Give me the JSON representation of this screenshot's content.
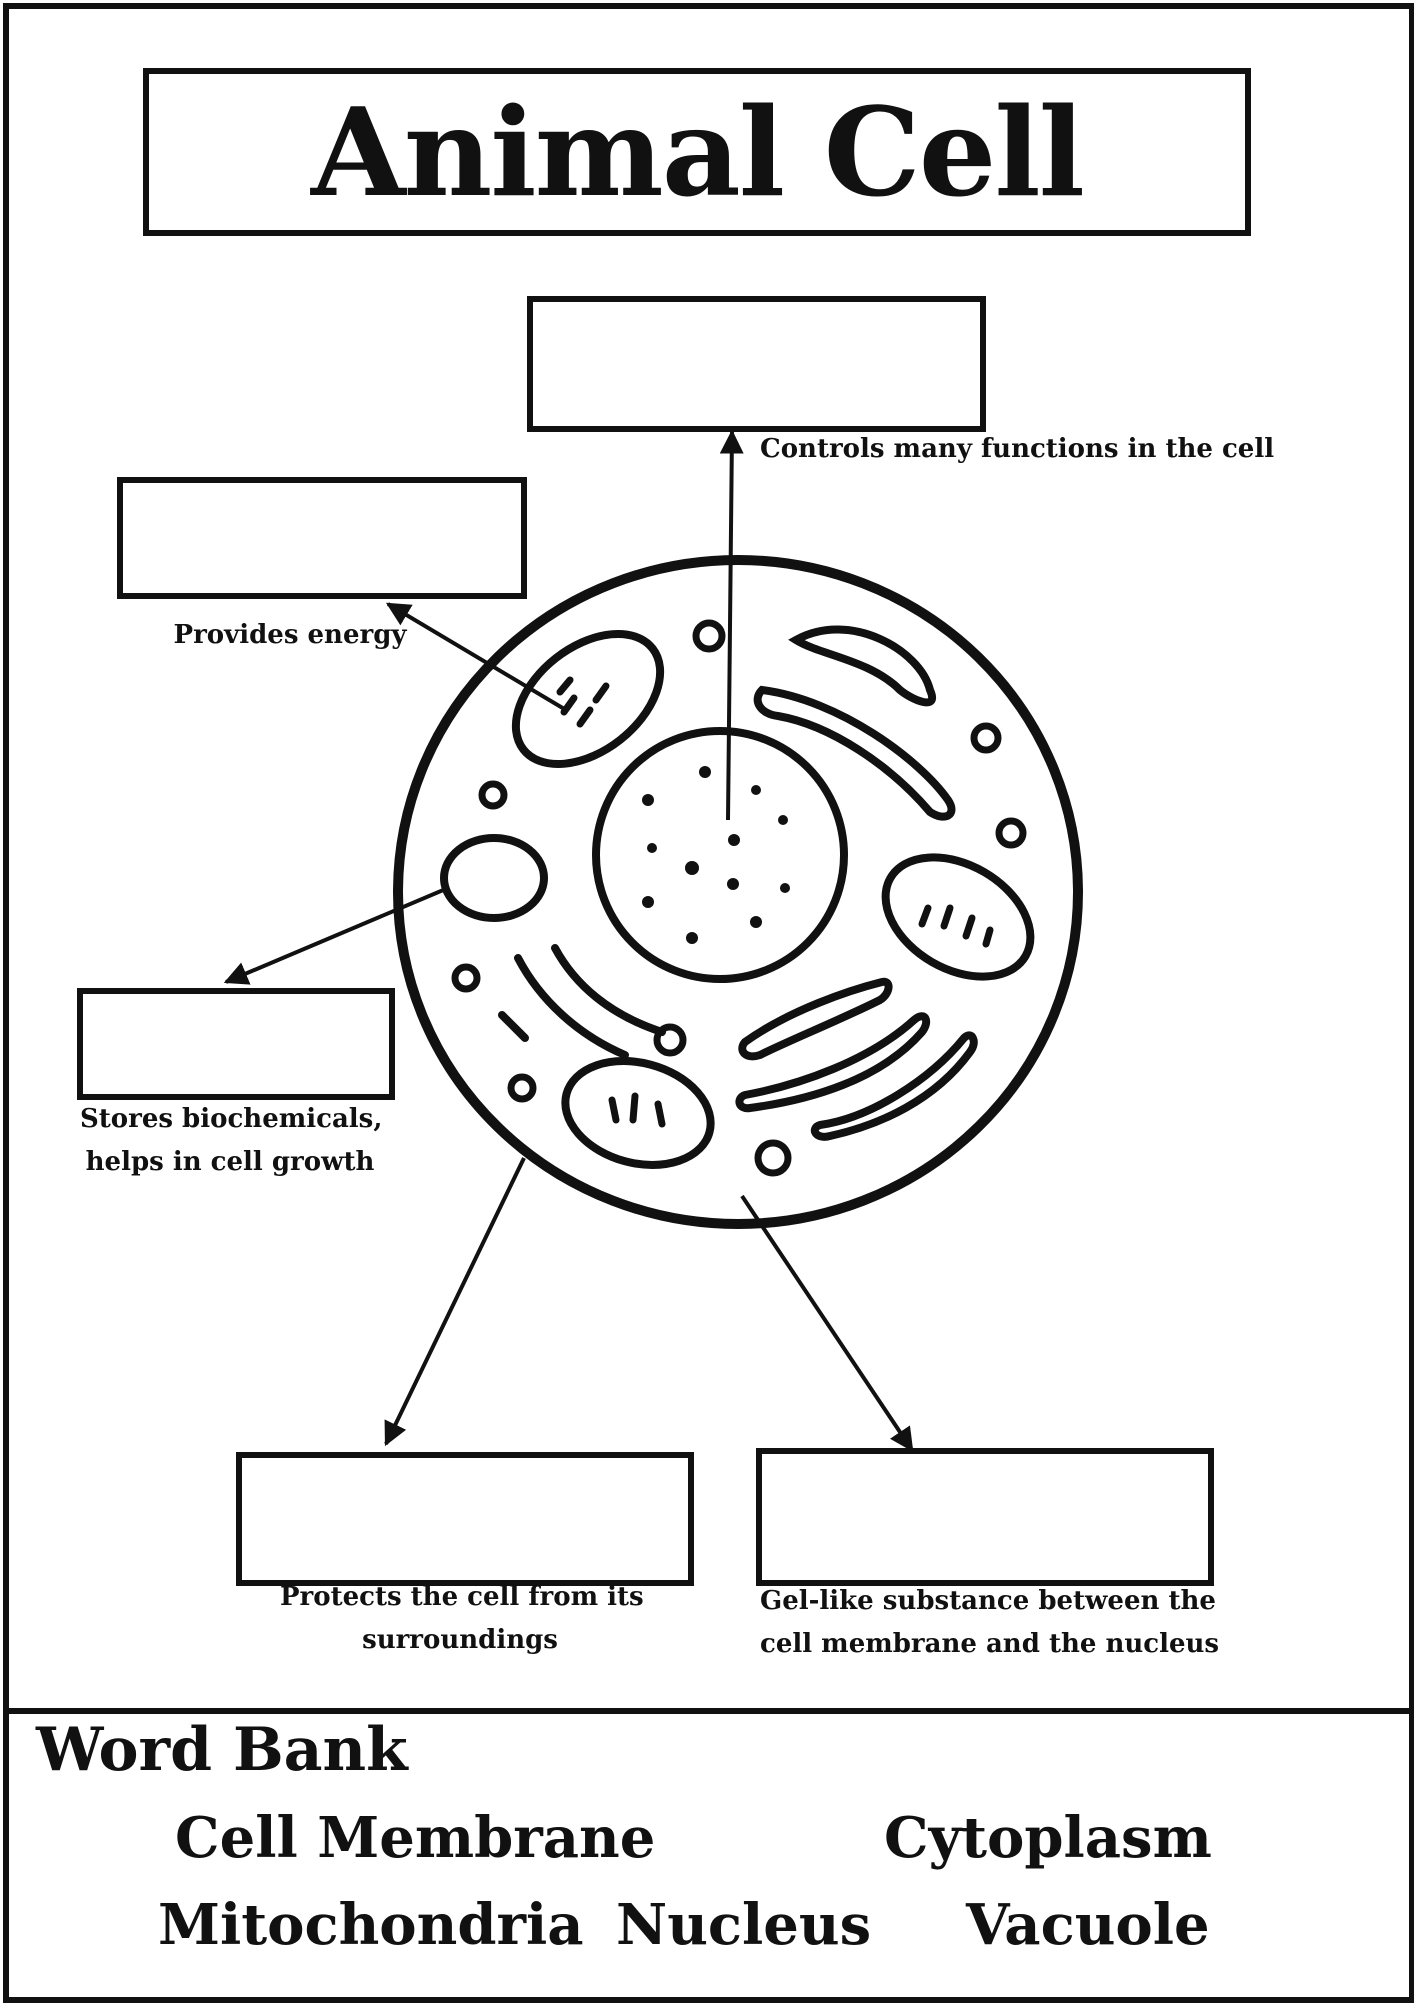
{
  "title": "Animal Cell",
  "labels": {
    "nucleus_desc": "Controls many functions in the cell",
    "mitochondria_desc": "Provides energy",
    "vacuole_desc_1": "Stores biochemicals,",
    "vacuole_desc_2": "helps in cell growth",
    "membrane_desc_1": "Protects the cell from its",
    "membrane_desc_2": "surroundings",
    "cytoplasm_desc_1": "Gel-like substance between the",
    "cytoplasm_desc_2": "cell membrane and the nucleus"
  },
  "word_bank": {
    "title": "Word Bank",
    "words": [
      "Cell Membrane",
      "Cytoplasm",
      "Mitochondria",
      "Nucleus",
      "Vacuole"
    ]
  }
}
